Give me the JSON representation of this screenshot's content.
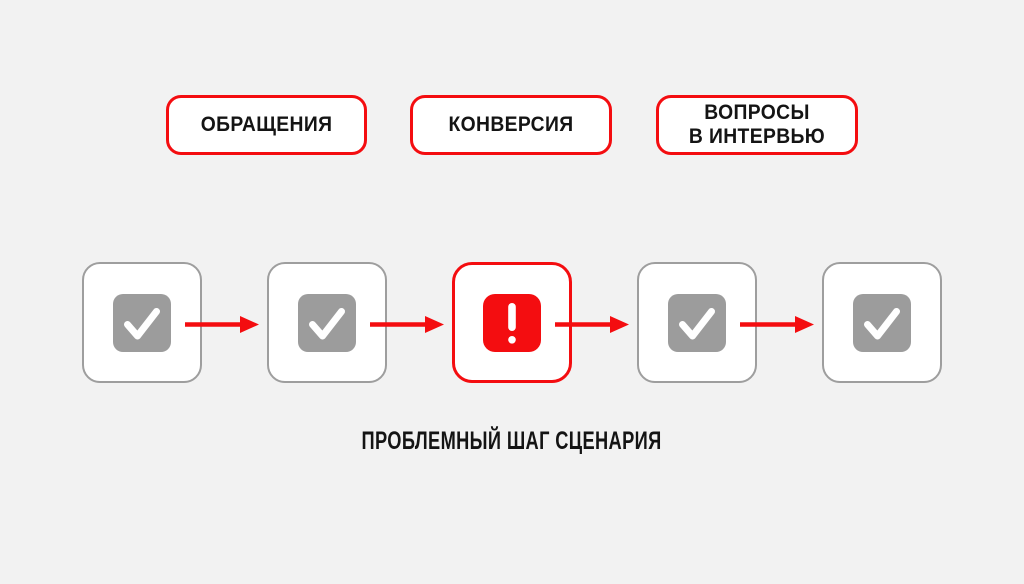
{
  "palette": {
    "background": "#f2f2f2",
    "card": "#ffffff",
    "red": "#f40d10",
    "gray_border": "#9e9e9e",
    "gray_tile": "#9c9c9c",
    "text": "#141414",
    "icon": "#ffffff"
  },
  "kpi_labels": {
    "items": [
      {
        "label": "ОБРАЩЕНИЯ"
      },
      {
        "label": "КОНВЕРСИЯ"
      },
      {
        "label": "ВОПРОСЫ\nВ ИНТЕРВЬЮ"
      }
    ]
  },
  "flow": {
    "steps": [
      {
        "name": "step-1",
        "icon": "check-icon",
        "state": "ok"
      },
      {
        "name": "step-2",
        "icon": "check-icon",
        "state": "ok"
      },
      {
        "name": "step-3",
        "icon": "exclamation-icon",
        "state": "problem"
      },
      {
        "name": "step-4",
        "icon": "check-icon",
        "state": "ok"
      },
      {
        "name": "step-5",
        "icon": "check-icon",
        "state": "ok"
      }
    ],
    "arrow_count": 4,
    "caption": "ПРОБЛЕМНЫЙ ШАГ СЦЕНАРИЯ"
  }
}
